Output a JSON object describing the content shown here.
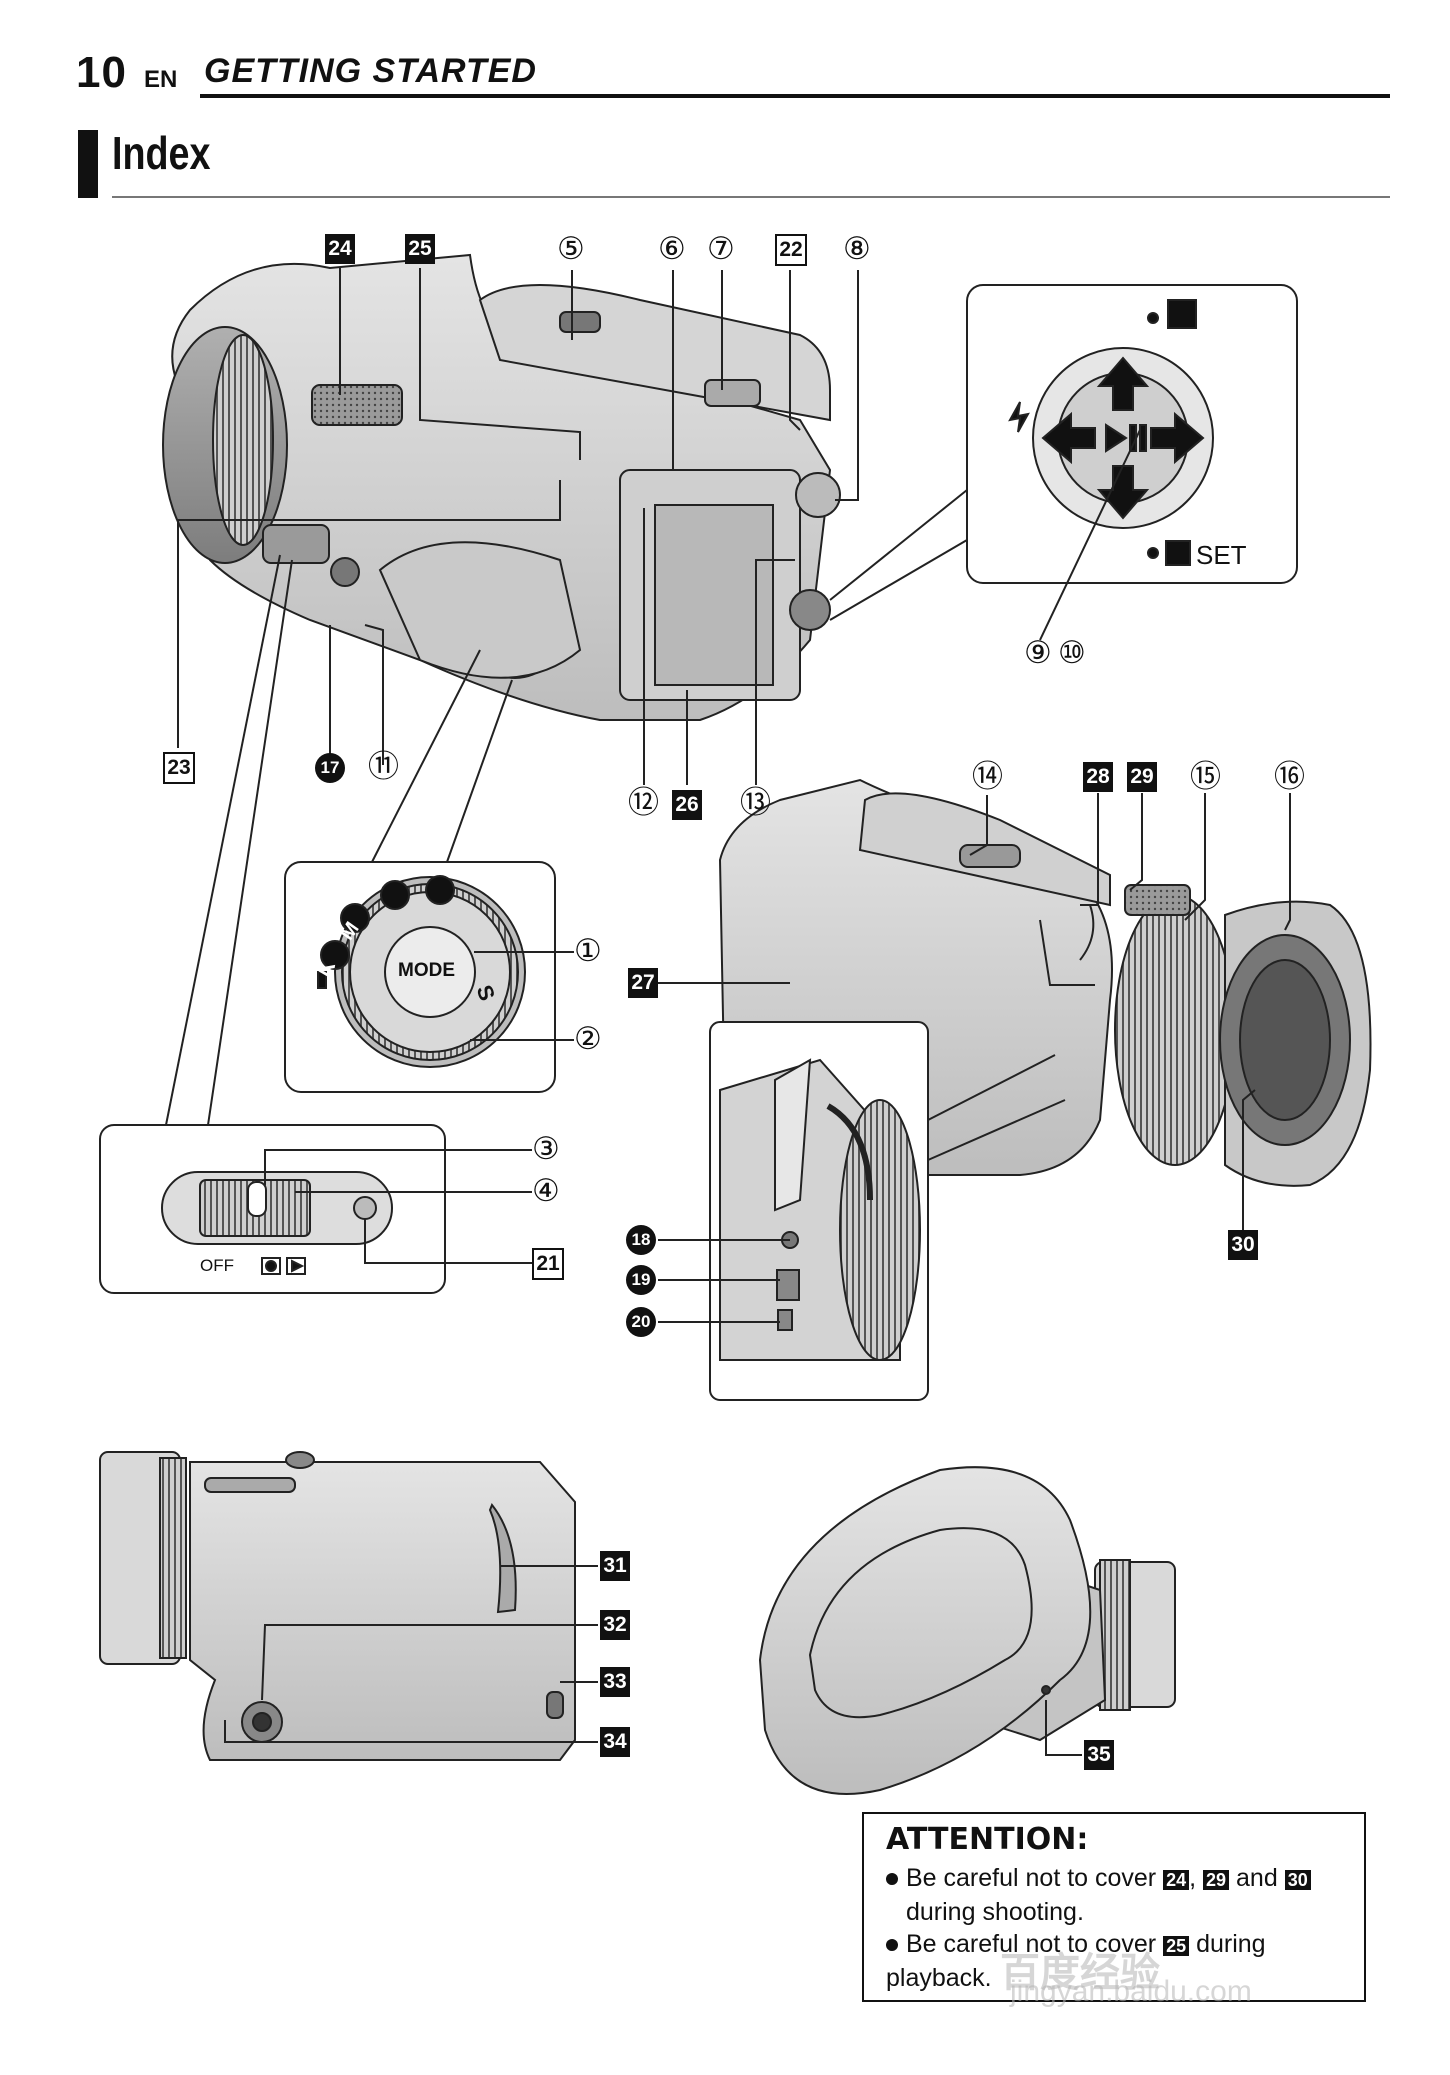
{
  "header": {
    "page_number": "10",
    "lang": "EN",
    "section": "GETTING STARTED"
  },
  "title": "Index",
  "callouts": {
    "n1": "①",
    "n2": "②",
    "n3": "③",
    "n4": "④",
    "n5": "⑤",
    "n6": "⑥",
    "n7": "⑦",
    "n8": "⑧",
    "n9": "⑨",
    "n10": "⑩",
    "n11": "⑪",
    "n12": "⑫",
    "n13": "⑬",
    "n14": "⑭",
    "n15": "⑮",
    "n16": "⑯",
    "n17": "17",
    "n18": "18",
    "n19": "19",
    "n20": "20",
    "n21": "21",
    "n22": "22",
    "n23": "23",
    "n24": "24",
    "n25": "25",
    "n26": "26",
    "n27": "27",
    "n28": "28",
    "n29": "29",
    "n30": "30",
    "n31": "31",
    "n32": "32",
    "n33": "33",
    "n34": "34",
    "n35": "35"
  },
  "mode_dial": {
    "center": "MODE",
    "a": "A",
    "m": "M",
    "s": "S"
  },
  "switch_label": "OFF",
  "set_label": "SET",
  "attention": {
    "title": "ATTENTION:",
    "item1_pre": "Be careful not to cover",
    "item1_ref1": "24",
    "item1_ref2": "29",
    "item1_and": "and",
    "item1_ref3": "30",
    "item1_post": "during shooting.",
    "item2_pre": "Be careful not to cover",
    "item2_ref": "25",
    "item2_post": "during playback."
  },
  "watermark": {
    "line1": "百度经验",
    "line2": "jingyan.baidu.com"
  }
}
